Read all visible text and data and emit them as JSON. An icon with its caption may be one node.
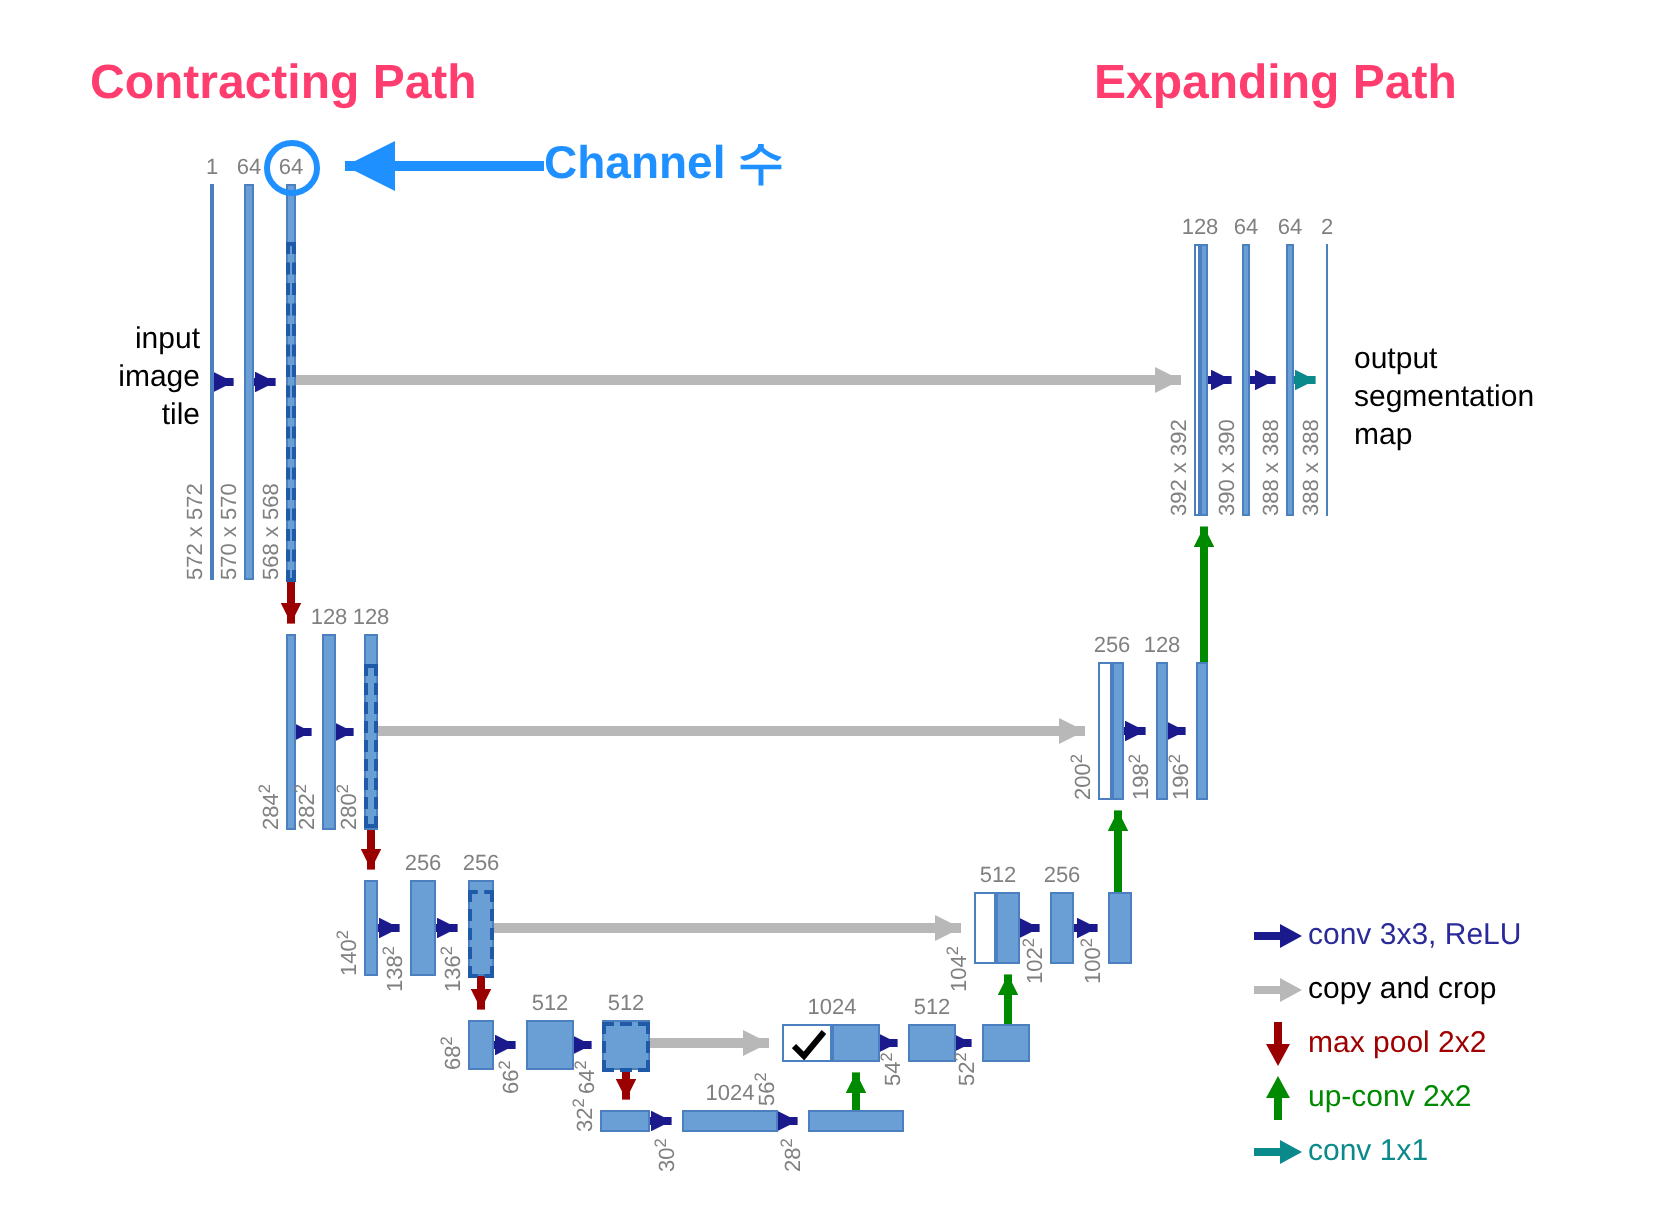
{
  "diagram": {
    "nodes": [
      {
        "text": [],
        "shape": "bar",
        "beside": [
          "1",
          "572 x 572"
        ]
      },
      {
        "text": [],
        "shape": "bar",
        "beside": [
          "64",
          "570 x 570"
        ]
      },
      {
        "text": [],
        "shape": "bar",
        "beside": [
          "64",
          "568 x 568"
        ]
      },
      {
        "text": [],
        "shape": "bar",
        "beside": [
          "284$^{2}$"
        ]
      },
      {
        "text": [],
        "shape": "bar",
        "beside": [
          "128",
          "282$^{2}$"
        ]
      },
      {
        "text": [],
        "shape": "bar",
        "beside": [
          "128",
          "280$^{2}$"
        ]
      },
      {
        "text": [],
        "shape": "bar",
        "beside": [
          "140$^{2}$"
        ]
      },
      {
        "text": [],
        "shape": "bar",
        "beside": [
          "256",
          "138$^{2}$"
        ]
      },
      {
        "text": [],
        "shape": "bar",
        "beside": [
          "256",
          "136$^{2}$"
        ]
      },
      {
        "text": [],
        "shape": "bar",
        "beside": [
          "68$^{2}$"
        ]
      },
      {
        "text": [],
        "shape": "bar",
        "beside": [
          "512",
          "66$^{2}$"
        ]
      },
      {
        "text": [],
        "shape": "bar",
        "beside": [
          "512",
          "64$^{2}$"
        ]
      },
      {
        "text": [],
        "shape": "bar",
        "beside": [
          "32$^{2}$"
        ]
      },
      {
        "text": [],
        "shape": "bar",
        "beside": [
          "1024",
          "30$^{2}$"
        ]
      },
      {
        "text": [],
        "shape": "bar",
        "beside": [
          "28$^{2}$"
        ]
      },
      {
        "text": [],
        "shape": "bar",
        "beside": [
          "56$^{2}$"
        ]
      },
      {
        "text": [],
        "shape": "bar",
        "beside": [
          "1024"
        ]
      },
      {
        "text": [],
        "shape": "bar",
        "beside": [
          "512",
          "54$^{2}$"
        ]
      },
      {
        "text": [],
        "shape": "bar",
        "beside": [
          "52$^{2}$"
        ]
      },
      {
        "text": [],
        "shape": "bar",
        "beside": [
          "104$^{2}$"
        ]
      },
      {
        "text": [],
        "shape": "bar",
        "beside": [
          "512"
        ]
      },
      {
        "text": [],
        "shape": "bar",
        "beside": [
          "256",
          "102$^{2}$"
        ]
      },
      {
        "text": [],
        "shape": "bar",
        "beside": [
          "100$^{2}$"
        ]
      },
      {
        "text": [],
        "shape": "bar",
        "beside": [
          "200$^{2}$"
        ]
      },
      {
        "text": [],
        "shape": "bar",
        "beside": [
          "256"
        ]
      },
      {
        "text": [],
        "shape": "bar",
        "beside": [
          "128",
          "198$^{2}$"
        ]
      },
      {
        "text": [],
        "shape": "bar",
        "beside": [
          "196$^{2}$"
        ]
      },
      {
        "text": [],
        "shape": "bar",
        "beside": [
          "392 x 392"
        ]
      },
      {
        "text": [],
        "shape": "bar",
        "beside": [
          "128"
        ]
      },
      {
        "text": [],
        "shape": "bar",
        "beside": [
          "64",
          "390 x 390"
        ]
      },
      {
        "text": [],
        "shape": "bar",
        "beside": [
          "64",
          "388 x 388"
        ]
      },
      {
        "text": [],
        "shape": "bar",
        "beside": [
          "2",
          "388 x 388"
        ]
      },
      {
        "text": [
          "Channel 수"
        ]
      },
      {
        "text": [],
        "shape": "circle"
      }
    ],
    "edges": [
      {
        "from": 0,
        "to": 1,
        "arrow": "to"
      },
      {
        "from": 1,
        "to": 2,
        "arrow": "to"
      },
      {
        "from": 3,
        "to": 4,
        "arrow": "to"
      },
      {
        "from": 4,
        "to": 5,
        "arrow": "to"
      },
      {
        "from": 6,
        "to": 7,
        "arrow": "to"
      },
      {
        "from": 7,
        "to": 8,
        "arrow": "to"
      },
      {
        "from": 9,
        "to": 10,
        "arrow": "to"
      },
      {
        "from": 10,
        "to": 11,
        "arrow": "to"
      },
      {
        "from": 12,
        "to": 13,
        "arrow": "to"
      },
      {
        "from": 13,
        "to": 14,
        "arrow": "to"
      },
      {
        "from": 16,
        "to": 17,
        "arrow": "to"
      },
      {
        "from": 17,
        "to": 18,
        "arrow": "to"
      },
      {
        "from": 20,
        "to": 21,
        "arrow": "to"
      },
      {
        "from": 21,
        "to": 22,
        "arrow": "to"
      },
      {
        "from": 24,
        "to": 25,
        "arrow": "to"
      },
      {
        "from": 25,
        "to": 26,
        "arrow": "to"
      },
      {
        "from": 28,
        "to": 29,
        "arrow": "to"
      },
      {
        "from": 29,
        "to": 30,
        "arrow": "to"
      },
      {
        "from": 30,
        "to": 31,
        "arrow": "to",
        "color": "#0a8a8a"
      },
      {
        "from": 2,
        "to": 3,
        "arrow": "to",
        "color": "#9b0000"
      },
      {
        "from": 5,
        "to": 6,
        "arrow": "to",
        "color": "#9b0000"
      },
      {
        "from": 8,
        "to": 9,
        "arrow": "to",
        "color": "#9b0000"
      },
      {
        "from": 11,
        "to": 12,
        "arrow": "to",
        "color": "#9b0000"
      },
      {
        "from": 14,
        "to": 16,
        "arrow": "to",
        "color": "#008a00"
      },
      {
        "from": 18,
        "to": 20,
        "arrow": "to",
        "color": "#008a00"
      },
      {
        "from": 22,
        "to": 24,
        "arrow": "to",
        "color": "#008a00"
      },
      {
        "from": 26,
        "to": 28,
        "arrow": "to",
        "color": "#008a00"
      },
      {
        "from": 2,
        "to": 27,
        "arrow": "to",
        "color": "#b8b8b8"
      },
      {
        "from": 5,
        "to": 23,
        "arrow": "to",
        "color": "#b8b8b8"
      },
      {
        "from": 8,
        "to": 19,
        "arrow": "to",
        "color": "#b8b8b8"
      },
      {
        "from": 11,
        "to": 15,
        "arrow": "to",
        "color": "#b8b8b8"
      },
      {
        "from": 32,
        "to": 33,
        "arrow": "to",
        "color": "#1e90ff"
      }
    ],
    "labels": [
      "Contracting Path",
      "Expanding Path",
      "input image tile",
      "output segmentation map"
    ],
    "legend": [
      {
        "text": "conv 3x3, ReLU"
      },
      {
        "text": "copy and crop"
      },
      {
        "text": "max pool 2x2"
      },
      {
        "text": "up-conv 2x2"
      },
      {
        "text": "conv 1x1"
      }
    ]
  }
}
